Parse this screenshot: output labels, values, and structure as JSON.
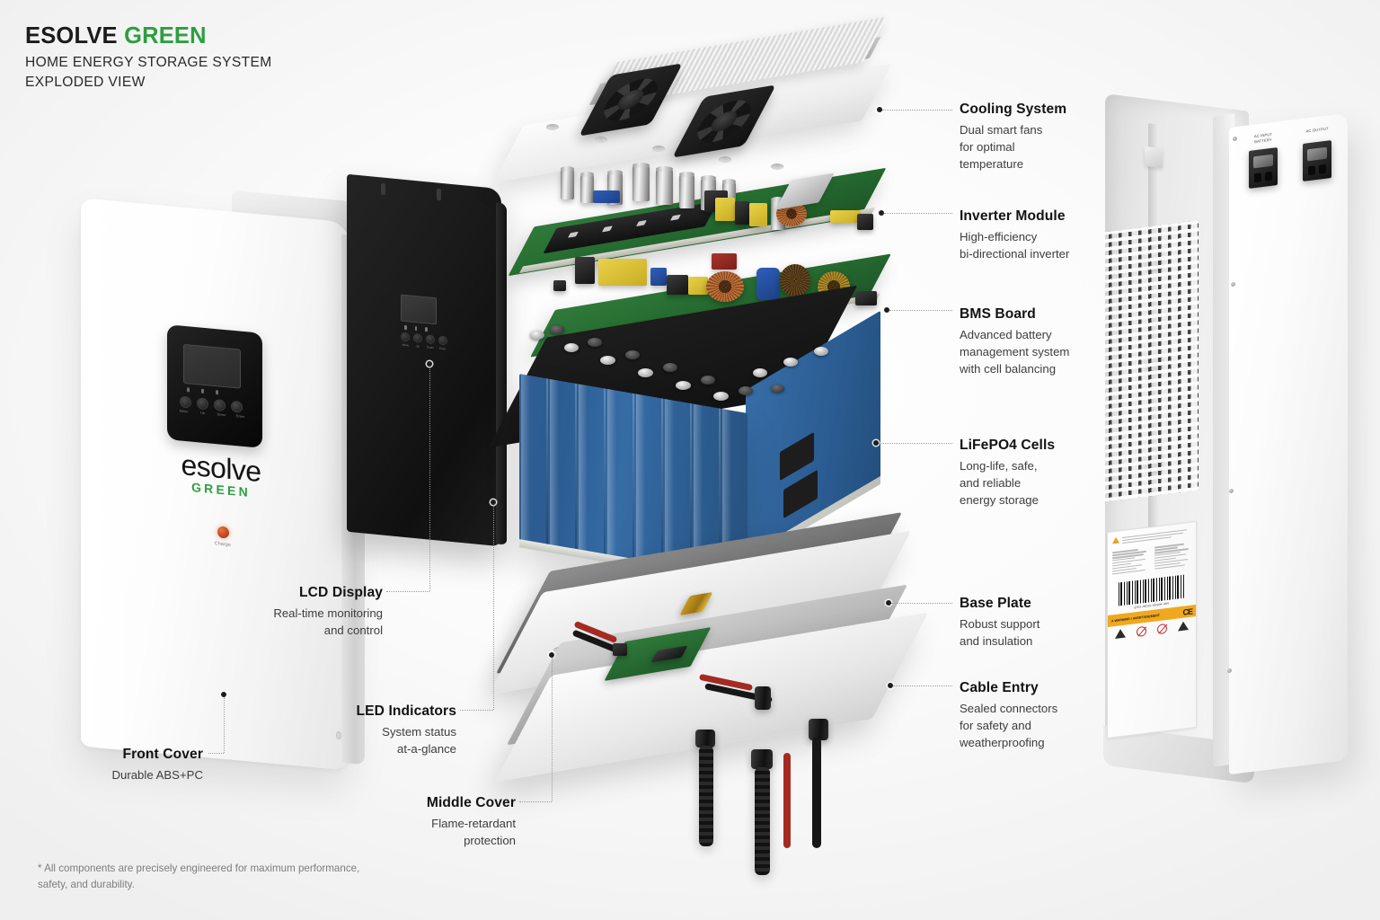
{
  "header": {
    "brand_primary": "ESOLVE",
    "brand_accent": "GREEN",
    "subtitle_line1": "HOME ENERGY STORAGE SYSTEM",
    "subtitle_line2": "EXPLODED VIEW",
    "accent_color": "#2f9e41"
  },
  "footnote": "* All components are precisely engineered for maximum performance,\nsafety, and durability.",
  "callouts": {
    "right": [
      {
        "title": "Cooling System",
        "description": "Dual smart fans\nfor optimal\ntemperature"
      },
      {
        "title": "Inverter Module",
        "description": "High-efficiency\nbi-directional inverter"
      },
      {
        "title": "BMS Board",
        "description": "Advanced battery\nmanagement system\nwith cell balancing"
      },
      {
        "title": "LiFePO4 Cells",
        "description": "Long-life, safe,\nand reliable\nenergy storage"
      },
      {
        "title": "Base Plate",
        "description": "Robust support\nand insulation"
      },
      {
        "title": "Cable Entry",
        "description": "Sealed connectors\nfor safety and\nweatherproofing"
      }
    ],
    "left": [
      {
        "title": "LCD Display",
        "description": "Real-time monitoring\nand control"
      },
      {
        "title": "LED Indicators",
        "description": "System status\nat-a-glance"
      },
      {
        "title": "Middle Cover",
        "description": "Flame-retardant\nprotection"
      },
      {
        "title": "Front Cover",
        "description": "Durable ABS+PC"
      }
    ]
  },
  "product": {
    "front_cover": {
      "logo_mark": "esolve",
      "logo_sub": "GREEN",
      "charge_label": "Charge",
      "button_labels": [
        "Menu",
        "Up",
        "Down",
        "Enter"
      ]
    },
    "middle_cover": {
      "button_labels": [
        "Menu",
        "Up",
        "Down",
        "Enter"
      ]
    },
    "rear_housing": {
      "breaker_left_label": "AC INPUT\nBATTERY",
      "breaker_right_label": "AC OUTPUT",
      "spec_label_barcode_text": "ESG-HESS-5KWH-48V",
      "spec_label_band_text": "A WARNING / AVERTISSEMENT",
      "spec_label_ce": "CE"
    }
  },
  "colors": {
    "background": "#f6f6f6",
    "heading_text": "#121212",
    "body_text": "#3d3d3d",
    "footnote_text": "#7d7d7d",
    "leader_line": "#9a9a9a",
    "cell_blue": "#2b5c92",
    "pcb_green": "#256a30",
    "charge_led": "#b5401c"
  }
}
